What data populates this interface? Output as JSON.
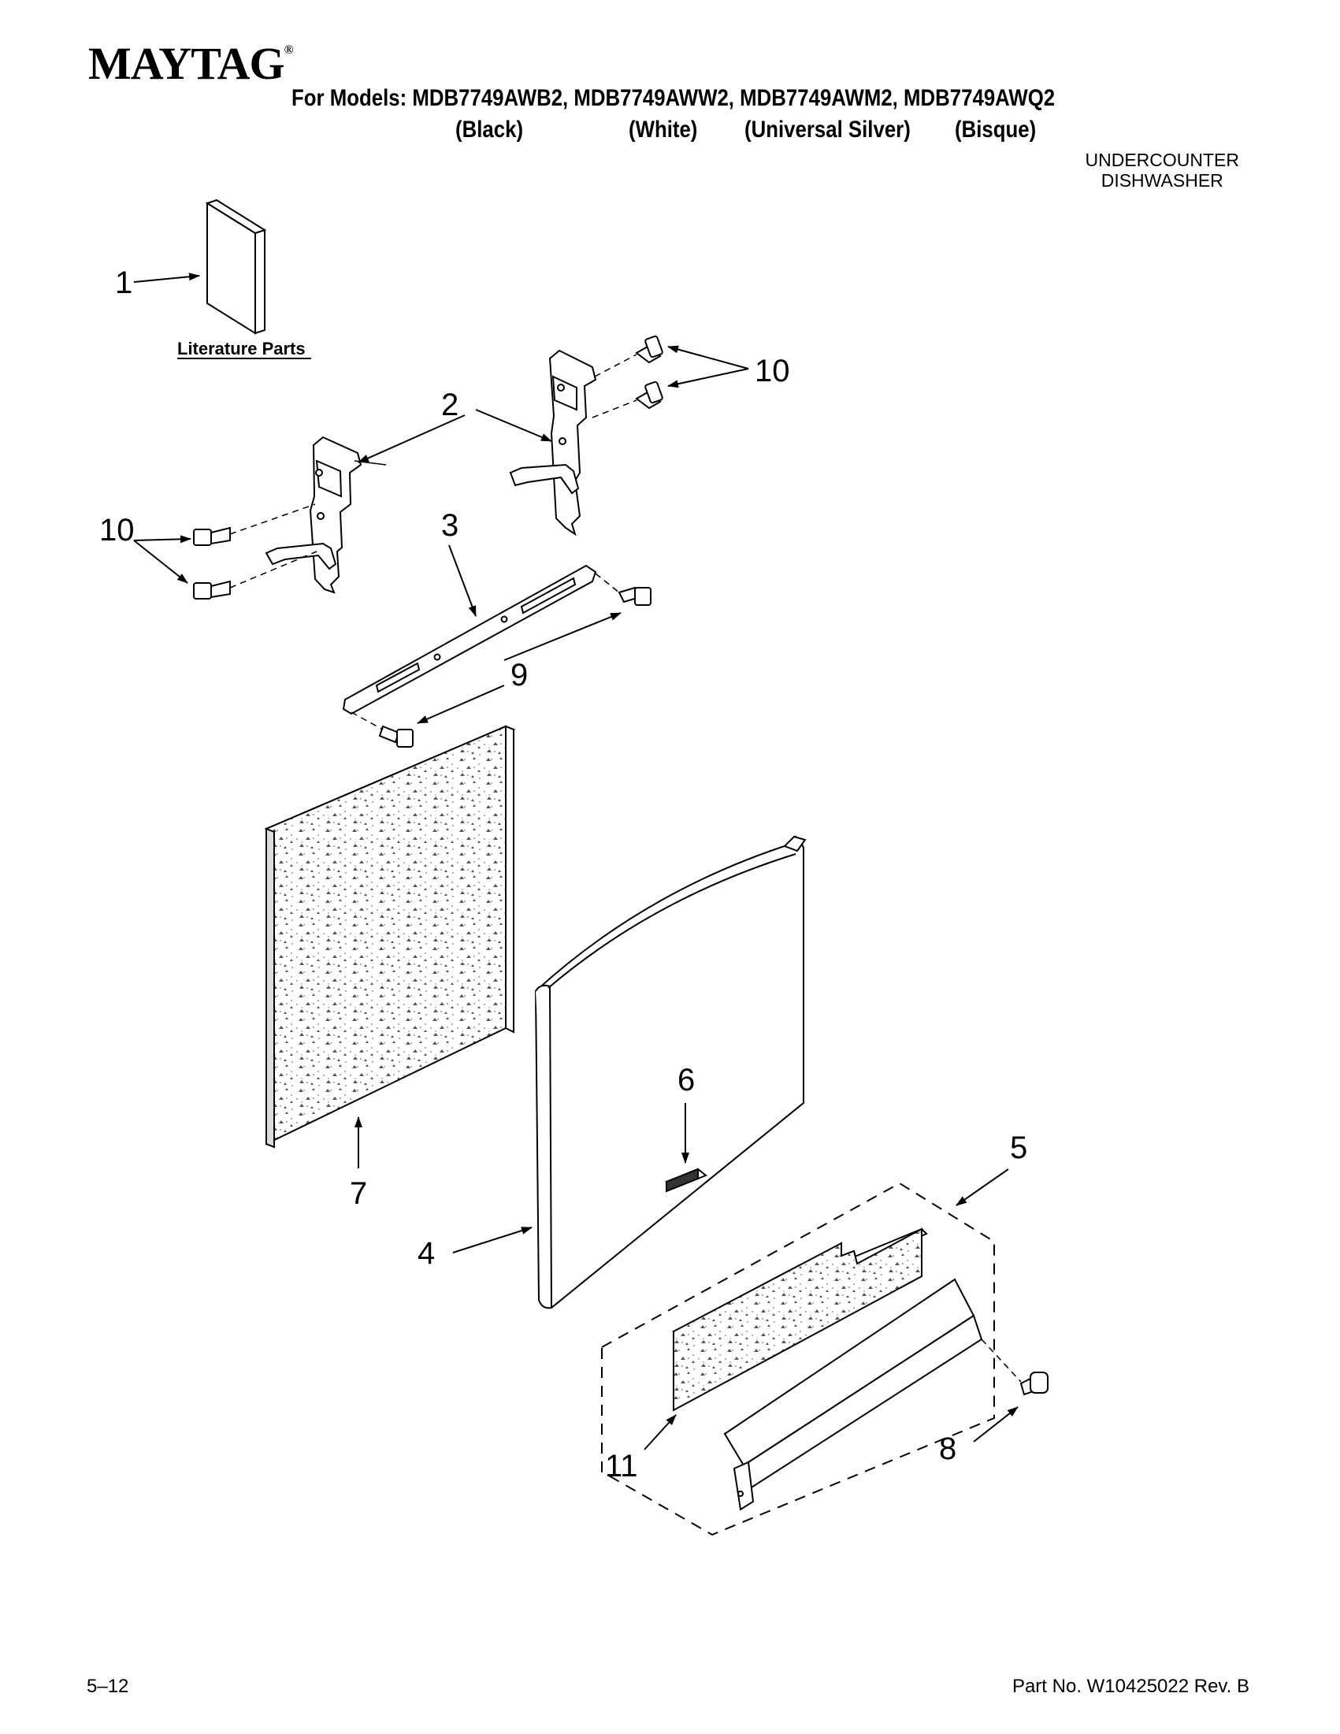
{
  "header": {
    "brand": "MAYTAG",
    "brand_mark": "®",
    "models_line": "For Models: MDB7749AWB2, MDB7749AWW2, MDB7749AWM2, MDB7749AWQ2",
    "finishes": [
      "(Black)",
      "(White)",
      "(Universal Silver)",
      "(Bisque)"
    ],
    "appliance_line1": "UNDERCOUNTER",
    "appliance_line2": "DISHWASHER"
  },
  "diagram": {
    "literature_label": "Literature Parts",
    "callouts": [
      "1",
      "2",
      "3",
      "4",
      "5",
      "6",
      "7",
      "8",
      "9",
      "10",
      "10",
      "11"
    ]
  },
  "footer": {
    "page": "5–12",
    "part_number": "Part No. W10425022 Rev. B"
  }
}
